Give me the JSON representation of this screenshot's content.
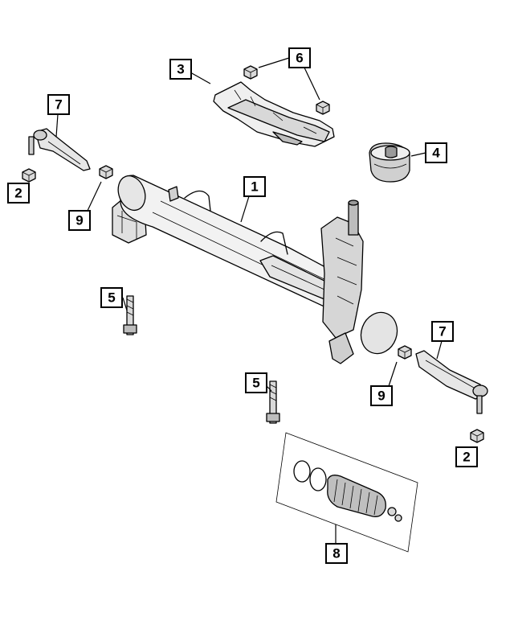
{
  "callouts": [
    {
      "id": "c1",
      "label": "1"
    },
    {
      "id": "c2a",
      "label": "2"
    },
    {
      "id": "c2b",
      "label": "2"
    },
    {
      "id": "c3",
      "label": "3"
    },
    {
      "id": "c4",
      "label": "4"
    },
    {
      "id": "c5a",
      "label": "5"
    },
    {
      "id": "c5b",
      "label": "5"
    },
    {
      "id": "c6",
      "label": "6"
    },
    {
      "id": "c7a",
      "label": "7"
    },
    {
      "id": "c7b",
      "label": "7"
    },
    {
      "id": "c8",
      "label": "8"
    },
    {
      "id": "c9a",
      "label": "9"
    },
    {
      "id": "c9b",
      "label": "9"
    }
  ],
  "colors": {
    "line": "#000000",
    "fill_light": "#f2f2f2",
    "fill_mid": "#d9d9d9",
    "fill_dark": "#a6a6a6",
    "background": "#ffffff"
  }
}
